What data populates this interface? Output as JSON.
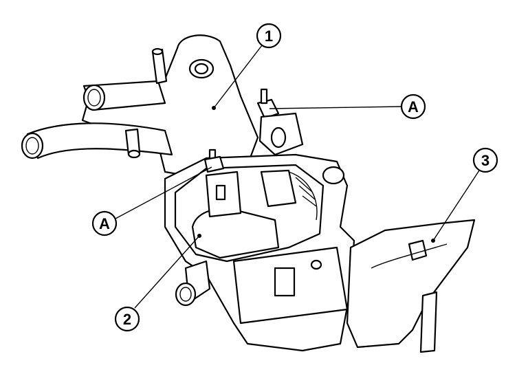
{
  "diagram": {
    "callouts": [
      {
        "id": "part-1",
        "text": "1"
      },
      {
        "id": "part-2",
        "text": "2"
      },
      {
        "id": "part-3",
        "text": "3"
      },
      {
        "id": "point-a-upper",
        "text": "A"
      },
      {
        "id": "point-a-lower",
        "text": "A"
      }
    ],
    "colors": {
      "line": "#000000",
      "background": "#ffffff"
    }
  }
}
